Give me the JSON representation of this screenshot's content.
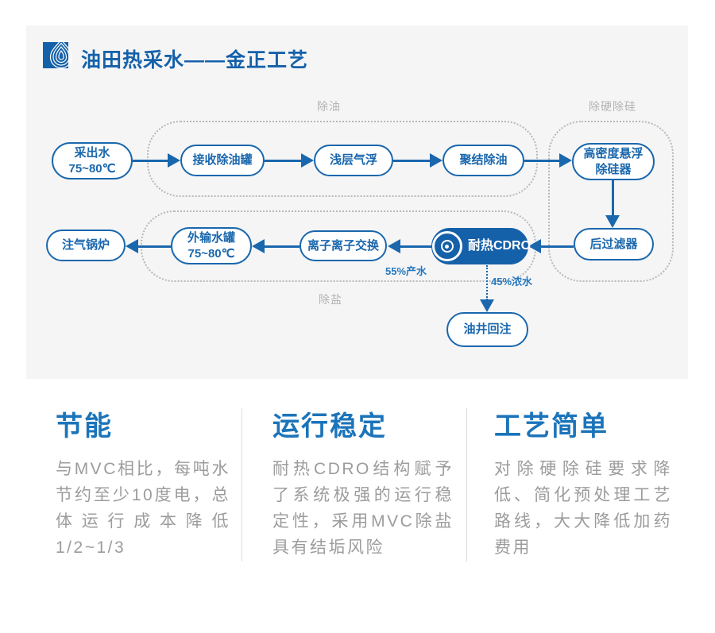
{
  "colors": {
    "accent": "#1a67ad",
    "accent_dark": "#1561a9",
    "heading_blue": "#1b74ba",
    "panel_background": "#f5f5f6",
    "group_label_gray": "#b3b3b3",
    "body_text_gray": "#9c9c9c"
  },
  "header": {
    "title": "油田热采水——金正工艺",
    "logo": "water-drop-logo"
  },
  "diagram": {
    "group_labels": {
      "deoil": "除油",
      "dehard": "除硬除硅",
      "desalt": "除盐"
    },
    "nodes": {
      "produced_water": {
        "line1": "采出水",
        "line2": "75~80℃"
      },
      "receiving_tank": {
        "label": "接收除油罐"
      },
      "air_flotation": {
        "label": "浅层气浮"
      },
      "coalescing": {
        "label": "聚结除油"
      },
      "high_density": {
        "line1": "高密度悬浮",
        "line2": "除硅器"
      },
      "gas_boiler": {
        "label": "注气锅炉"
      },
      "export_tank": {
        "line1": "外输水罐",
        "line2": "75~80℃"
      },
      "ion_exchange": {
        "label": "离子离子交换"
      },
      "cdro": {
        "label": "耐热CDRO",
        "icon": "membrane-rings-icon"
      },
      "post_filter": {
        "label": "后过滤器"
      },
      "reinjection": {
        "label": "油井回注"
      }
    },
    "flow_labels": {
      "product_water": "55%产水",
      "concentrate": "45%浓水"
    }
  },
  "features": [
    {
      "title": "节能",
      "body": "与MVC相比，每吨水节约至少10度电，总体运行成本降低1/2~1/3"
    },
    {
      "title": "运行稳定",
      "body": "耐热CDRO结构赋予了系统极强的运行稳定性，采用MVC除盐具有结垢风险"
    },
    {
      "title": "工艺简单",
      "body": "对除硬除硅要求降低、简化预处理工艺路线，大大降低加药费用"
    }
  ]
}
